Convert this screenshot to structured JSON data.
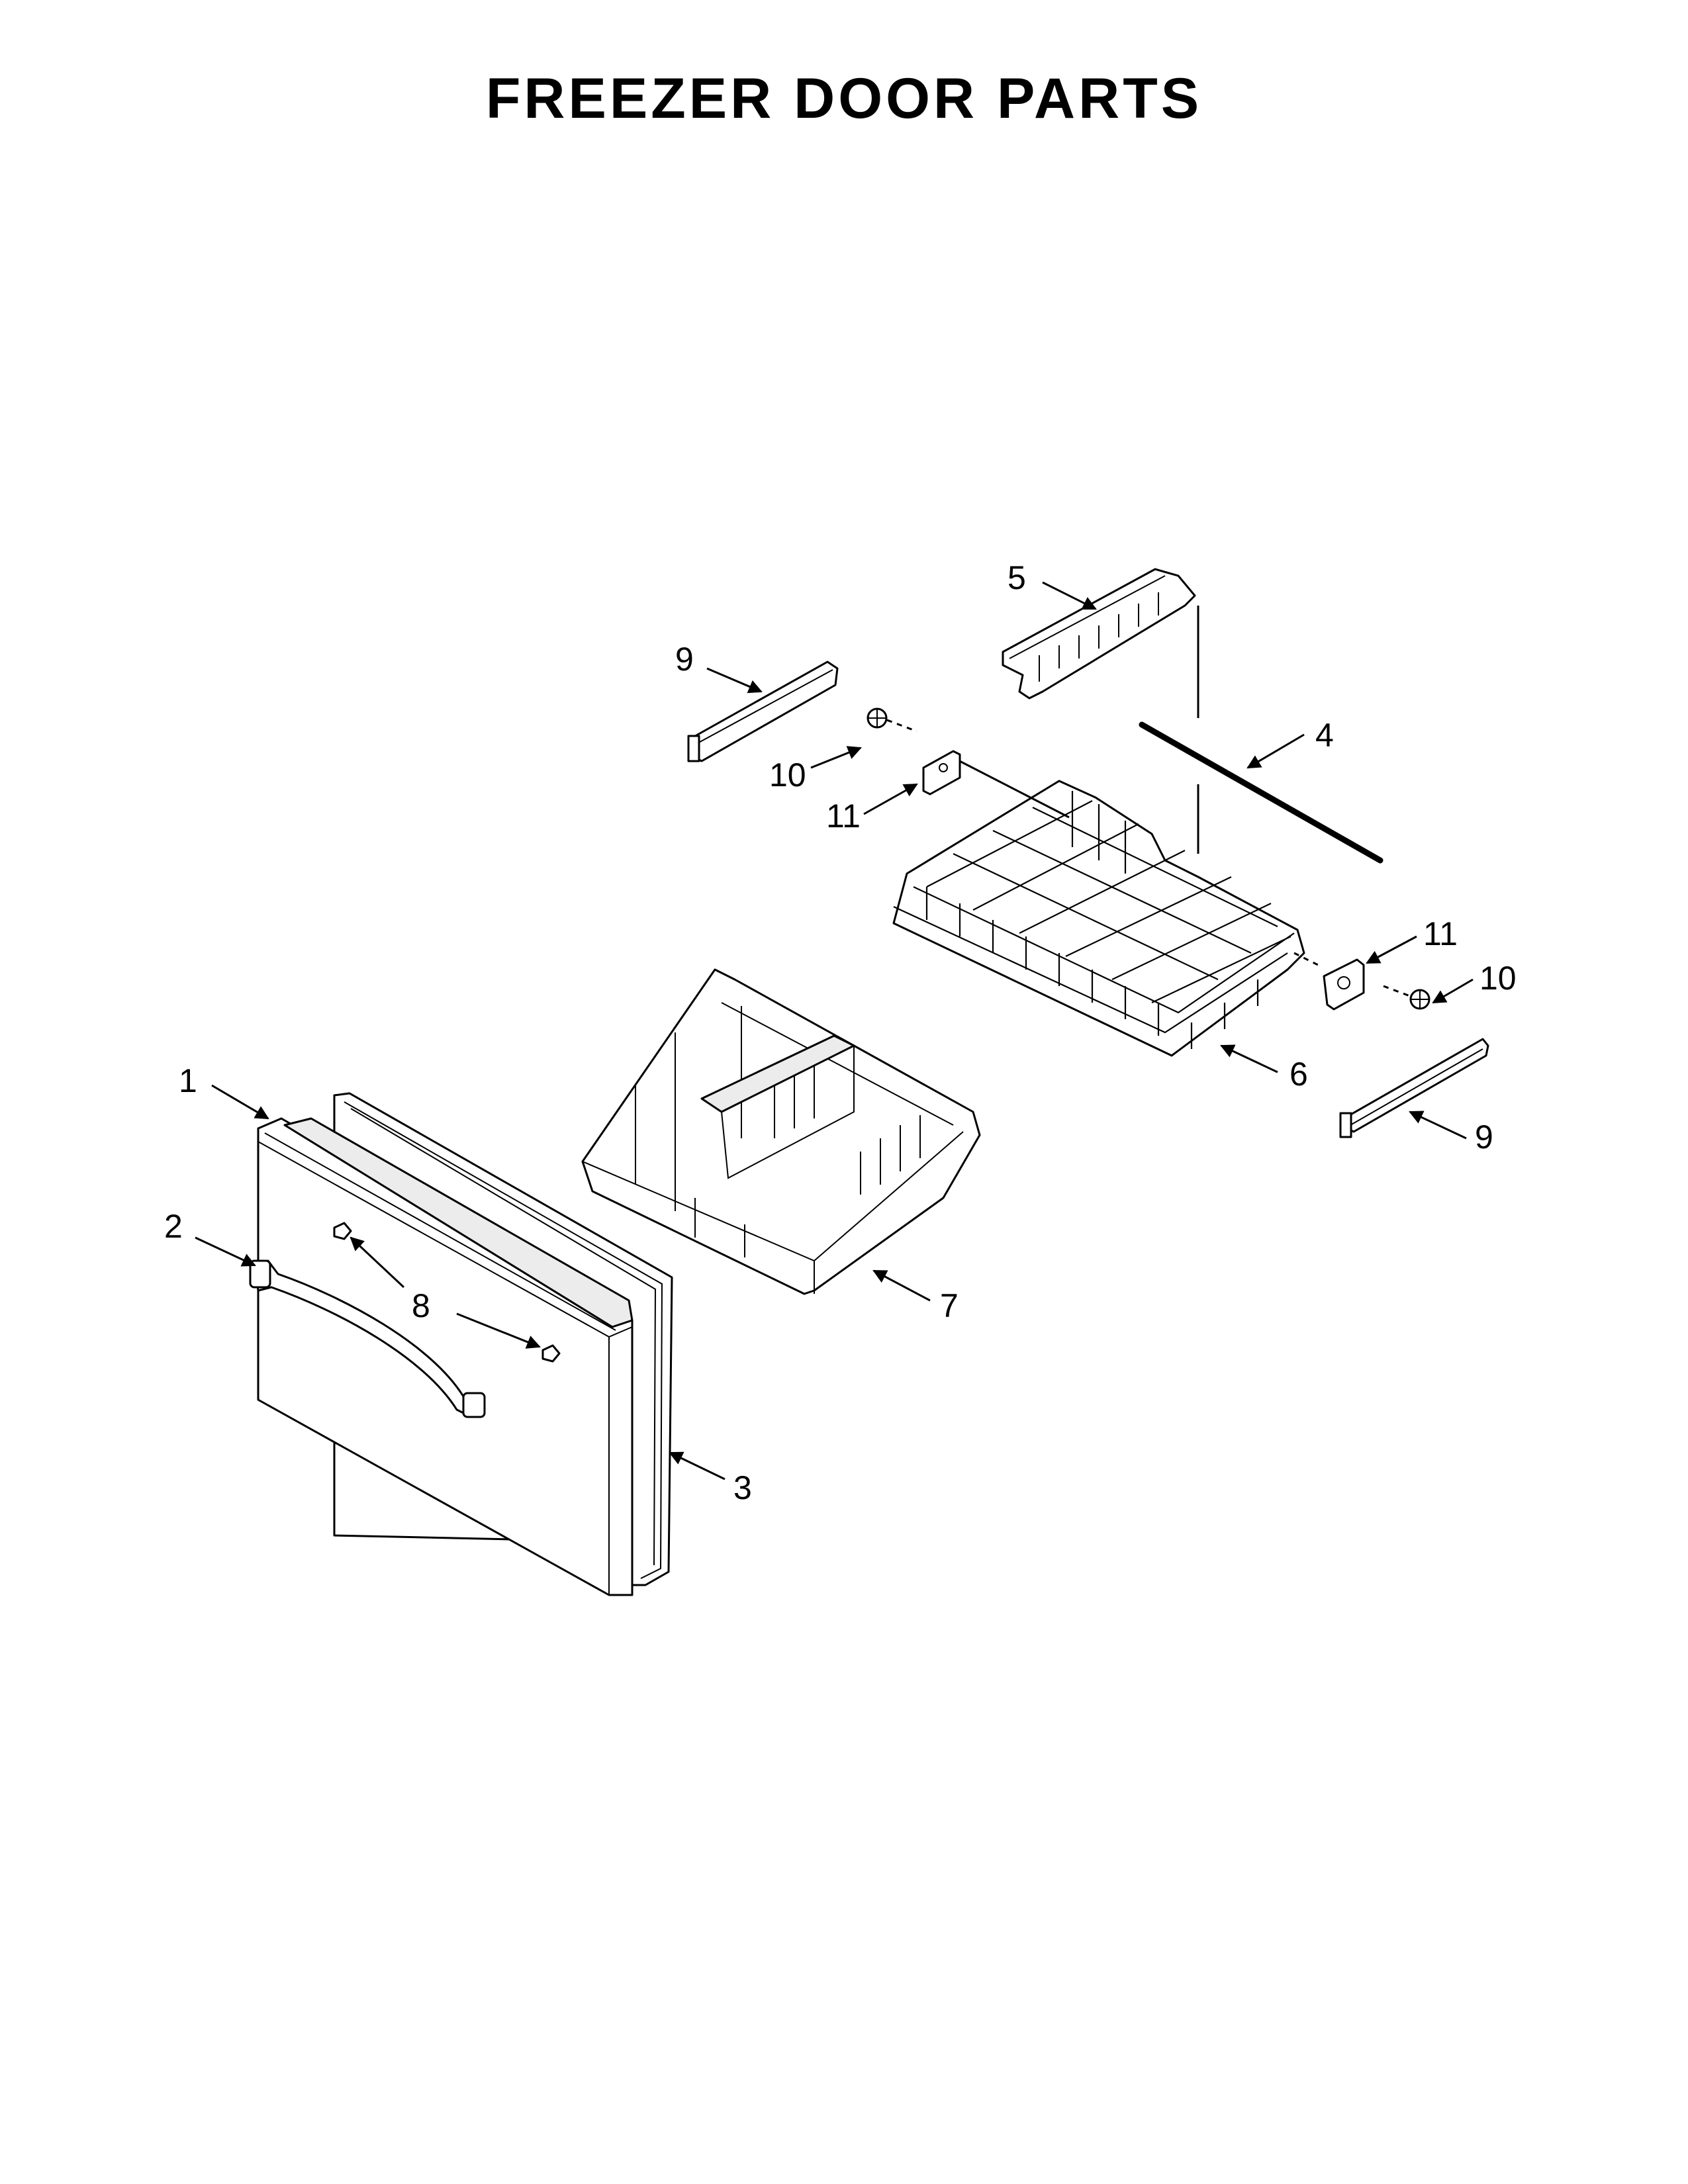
{
  "title": "FREEZER DOOR PARTS",
  "callouts": [
    {
      "id": "c1",
      "label": "1"
    },
    {
      "id": "c2",
      "label": "2"
    },
    {
      "id": "c3",
      "label": "3"
    },
    {
      "id": "c4",
      "label": "4"
    },
    {
      "id": "c5",
      "label": "5"
    },
    {
      "id": "c6",
      "label": "6"
    },
    {
      "id": "c7",
      "label": "7"
    },
    {
      "id": "c8",
      "label": "8"
    },
    {
      "id": "c9a",
      "label": "9"
    },
    {
      "id": "c9b",
      "label": "9"
    },
    {
      "id": "c10a",
      "label": "10"
    },
    {
      "id": "c10b",
      "label": "10"
    },
    {
      "id": "c11a",
      "label": "11"
    },
    {
      "id": "c11b",
      "label": "11"
    }
  ]
}
